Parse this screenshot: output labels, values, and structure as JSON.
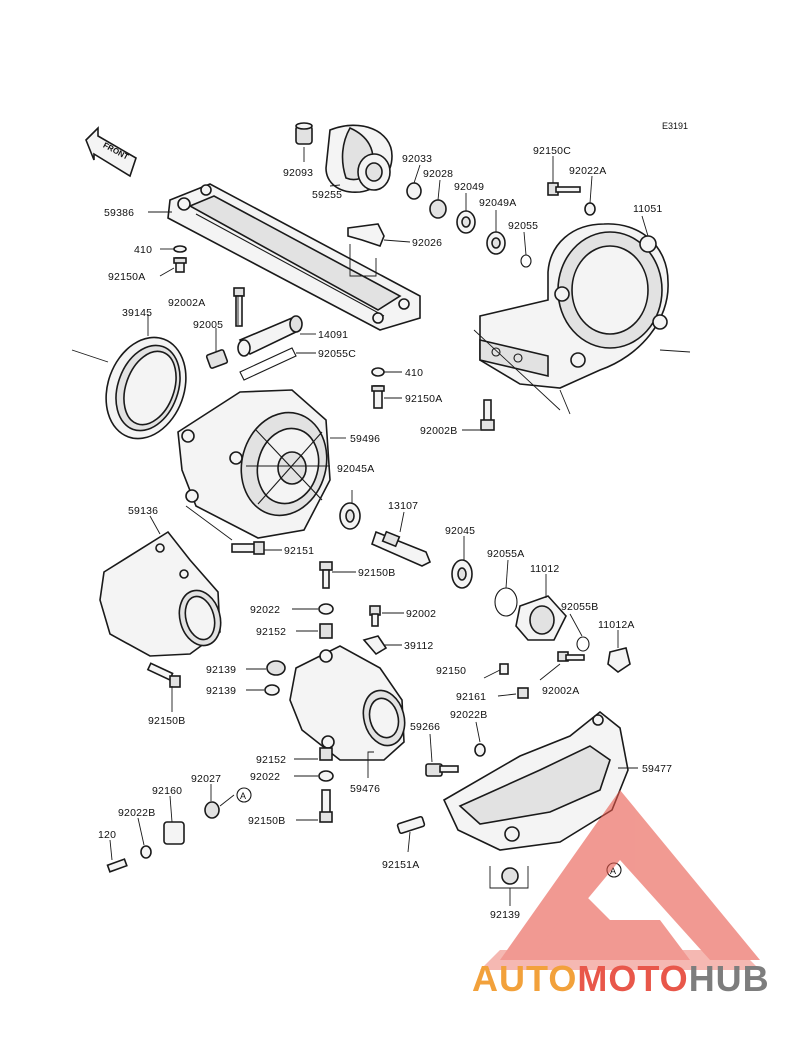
{
  "diagram_code": "E3191",
  "front_label": "FRONT",
  "ref_mark": "A",
  "watermark": {
    "part_a": "AUTO",
    "part_b": "MOTO",
    "part_c": "HUB",
    "color_a": "#f2a13b",
    "color_b": "#e8574a",
    "color_c": "#7d7d7d"
  },
  "labels": {
    "p92093": "92093",
    "p59255": "59255",
    "p92033": "92033",
    "p92028": "92028",
    "p92049": "92049",
    "p92049A": "92049A",
    "p92055": "92055",
    "p92150C": "92150C",
    "p92022A": "92022A",
    "p11051": "11051",
    "p59386": "59386",
    "p92026": "92026",
    "p410a": "410",
    "p92150A_a": "92150A",
    "p92002A_a": "92002A",
    "p39145": "39145",
    "p92005": "92005",
    "p14091": "14091",
    "p92055C": "92055C",
    "p410b": "410",
    "p92150A_b": "92150A",
    "p92002B": "92002B",
    "p59496": "59496",
    "p92045A": "92045A",
    "p13107": "13107",
    "p92045": "92045",
    "p92055A": "92055A",
    "p11012": "11012",
    "p92055B": "92055B",
    "p11012A": "11012A",
    "p59136": "59136",
    "p92151": "92151",
    "p92150B_a": "92150B",
    "p92022_a": "92022",
    "p92002": "92002",
    "p92152_a": "92152",
    "p39112": "39112",
    "p92150": "92150",
    "p92139_a": "92139",
    "p92139_b": "92139",
    "p92002A_b": "92002A",
    "p92161": "92161",
    "p92150B_b": "92150B",
    "p59266": "59266",
    "p92022B_a": "92022B",
    "p59477": "59477",
    "p92152_b": "92152",
    "p92022_b": "92022",
    "p59476": "59476",
    "p92027": "92027",
    "p92160": "92160",
    "p92022B_b": "92022B",
    "p92150B_c": "92150B",
    "p120": "120",
    "p92151A": "92151A",
    "p92139_c": "92139"
  }
}
